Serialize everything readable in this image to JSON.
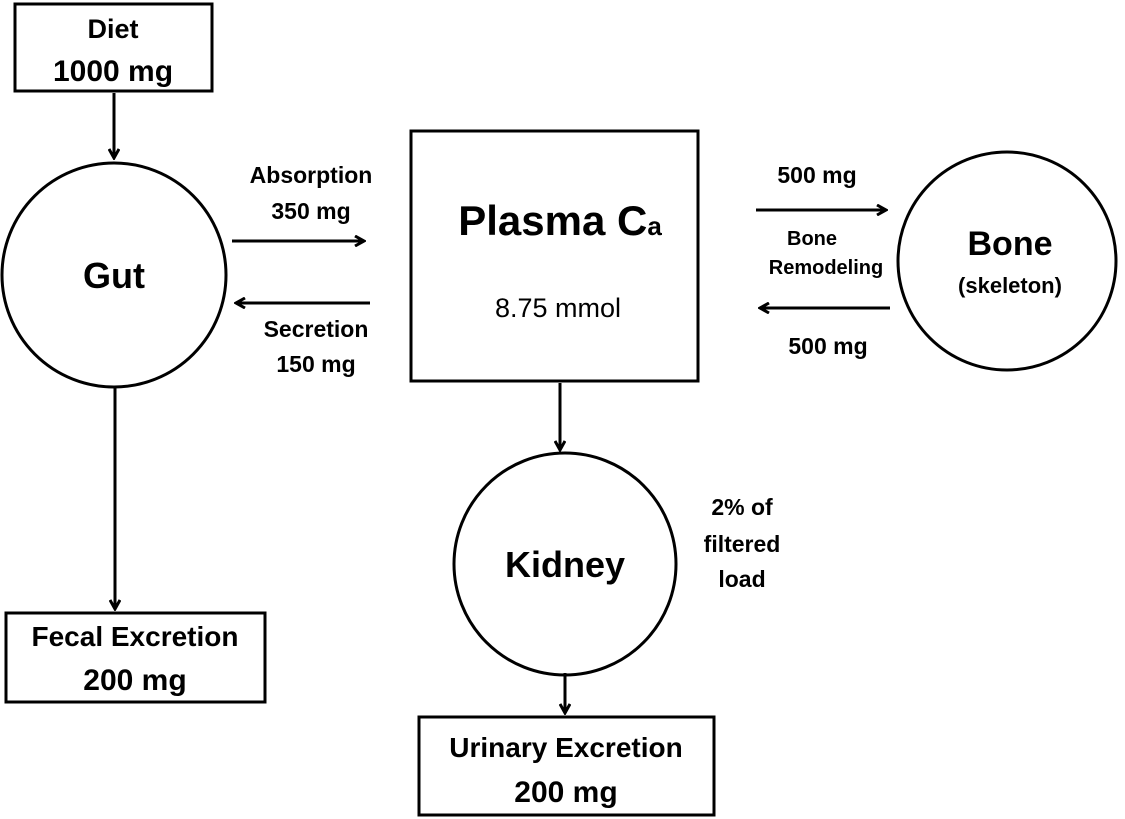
{
  "nodes": {
    "diet": {
      "line1": "Diet",
      "line2": "1000 mg"
    },
    "gut": {
      "label": "Gut"
    },
    "plasma": {
      "label_main": "Plasma C",
      "label_sub": "a",
      "amount": "8.75 mmol"
    },
    "bone": {
      "label": "Bone",
      "sublabel": "(skeleton)"
    },
    "kidney": {
      "label": "Kidney"
    },
    "fecal": {
      "line1": "Fecal Excretion",
      "line2": "200 mg"
    },
    "urinary": {
      "line1": "Urinary Excretion",
      "line2": "200 mg"
    }
  },
  "flows": {
    "absorption": {
      "line1": "Absorption",
      "line2": "350 mg"
    },
    "secretion": {
      "line1": "Secretion",
      "line2": "150 mg"
    },
    "bone_out": {
      "amount": "500 mg"
    },
    "bone_remodeling": {
      "line1": "Bone",
      "line2": "Remodeling"
    },
    "bone_in": {
      "amount": "500 mg"
    },
    "kidney_note": {
      "line1": "2% of",
      "line2": "filtered",
      "line3": "load"
    }
  }
}
